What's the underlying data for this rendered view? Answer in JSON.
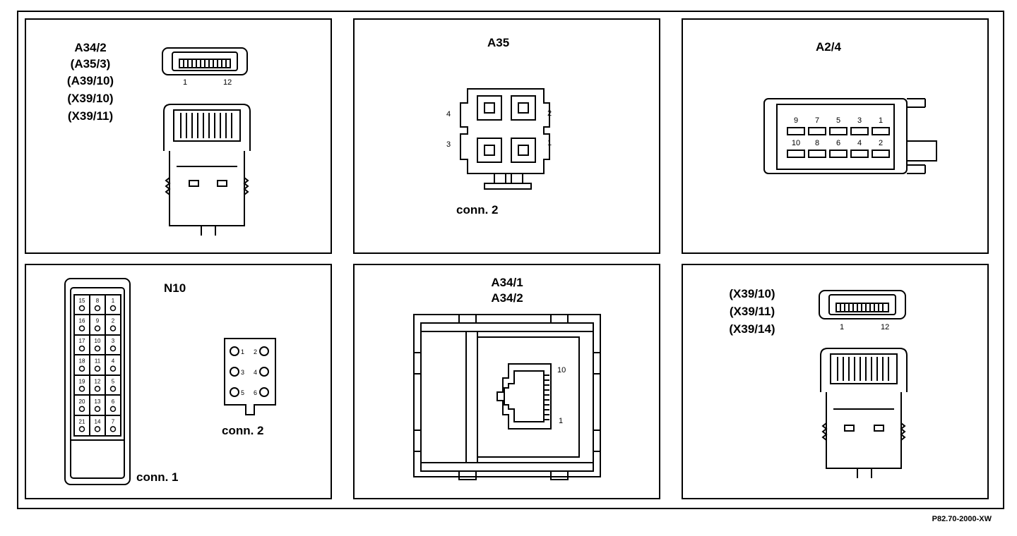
{
  "figure_code": "P82.70-2000-XW",
  "panels": {
    "p1": {
      "labels": [
        "A34/2",
        "(A35/3)",
        "(A39/10)",
        "(X39/10)",
        "(X39/11)"
      ],
      "pin_first": "1",
      "pin_last": "12"
    },
    "p2": {
      "title": "A35",
      "pins": [
        "4",
        "2",
        "3",
        "1"
      ],
      "caption": "conn. 2"
    },
    "p3": {
      "title": "A2/4",
      "pins_top": [
        "9",
        "7",
        "5",
        "3",
        "1"
      ],
      "pins_bottom": [
        "10",
        "8",
        "6",
        "4",
        "2"
      ]
    },
    "p4": {
      "title": "N10",
      "conn1_pins": [
        [
          "15",
          "8",
          "1"
        ],
        [
          "16",
          "9",
          "2"
        ],
        [
          "17",
          "10",
          "3"
        ],
        [
          "18",
          "11",
          "4"
        ],
        [
          "19",
          "12",
          "5"
        ],
        [
          "20",
          "13",
          "6"
        ],
        [
          "21",
          "14",
          "7"
        ]
      ],
      "conn1_caption": "conn. 1",
      "conn2_pins": [
        [
          "1",
          "2"
        ],
        [
          "3",
          "4"
        ],
        [
          "5",
          "6"
        ]
      ],
      "conn2_caption": "conn. 2"
    },
    "p5": {
      "labels": [
        "A34/1",
        "A34/2"
      ],
      "pin_top": "10",
      "pin_bottom": "1"
    },
    "p6": {
      "labels": [
        "(X39/10)",
        "(X39/11)",
        "(X39/14)"
      ],
      "pin_first": "1",
      "pin_last": "12"
    }
  }
}
